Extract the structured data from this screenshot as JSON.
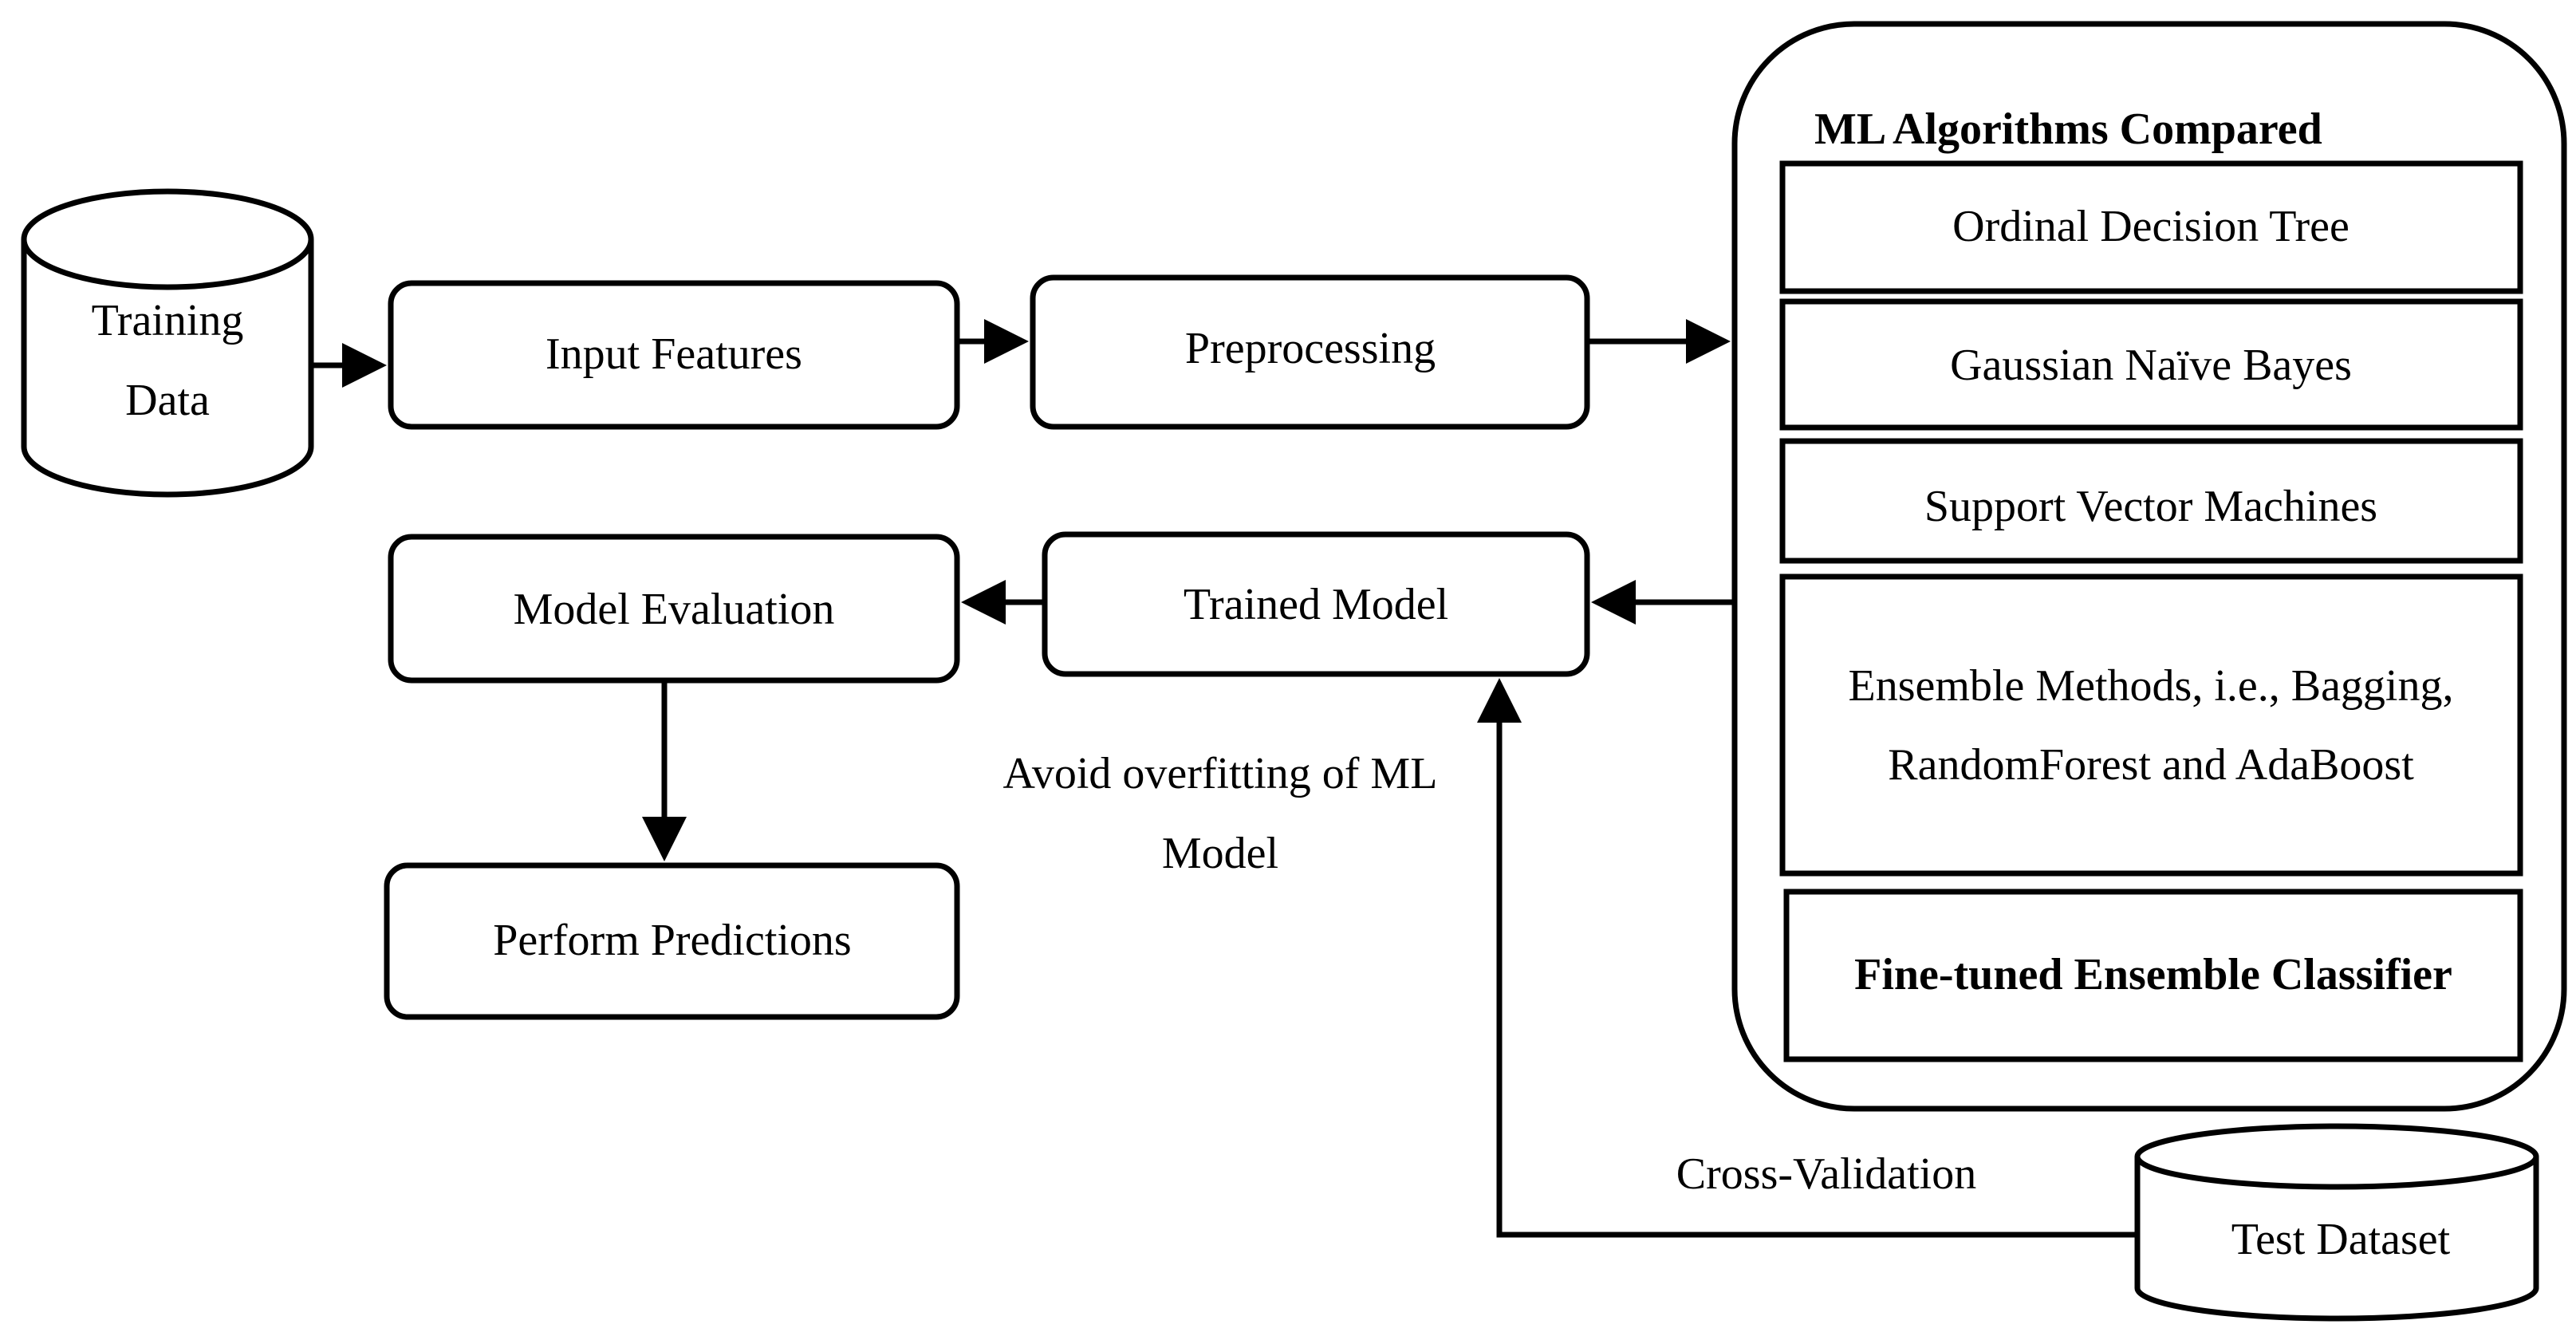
{
  "nodes": {
    "training_data": {
      "line1": "Training",
      "line2": "Data"
    },
    "input_features": "Input Features",
    "preprocessing": "Preprocessing",
    "trained_model": "Trained Model",
    "model_evaluation": "Model Evaluation",
    "perform_predictions": "Perform Predictions",
    "test_dataset": "Test Dataset"
  },
  "ml_panel": {
    "title": "ML Algorithms Compared",
    "algorithms": [
      {
        "line1": "Ordinal Decision Tree"
      },
      {
        "line1": "Gaussian Naïve Bayes"
      },
      {
        "line1": "Support Vector Machines"
      },
      {
        "line1": "Ensemble Methods, i.e., Bagging,",
        "line2": "RandomForest and AdaBoost"
      },
      {
        "line1": "Fine-tuned Ensemble Classifier",
        "bold": true
      }
    ]
  },
  "annotations": {
    "overfitting": {
      "line1": "Avoid overfitting of ML",
      "line2": "Model"
    },
    "cross_validation": "Cross-Validation"
  }
}
